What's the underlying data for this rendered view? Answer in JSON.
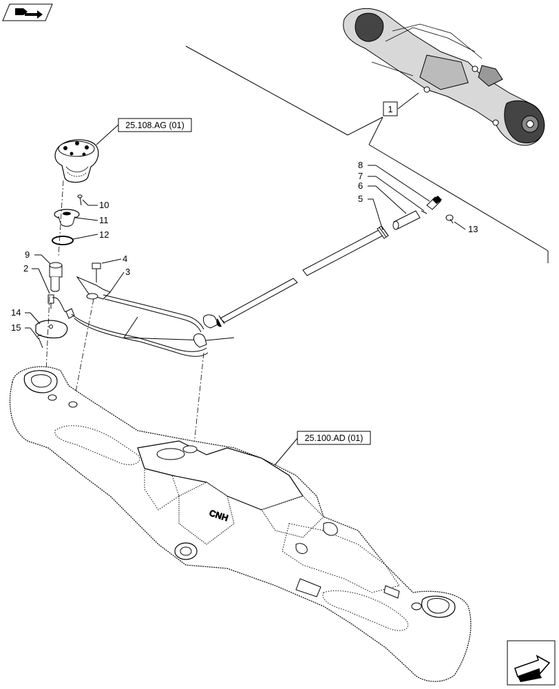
{
  "callouts": {
    "c1": "1",
    "c2": "2",
    "c3": "3",
    "c4": "4",
    "c5": "5",
    "c6": "6",
    "c7": "7",
    "c8": "8",
    "c9": "9",
    "c10": "10",
    "c11": "11",
    "c12": "12",
    "c13": "13",
    "c14": "14",
    "c15": "15"
  },
  "references": {
    "steering_cylinder": "25.108.AG (01)",
    "axle_housing": "25.100.AD (01)"
  },
  "logo": {
    "text": "CNH"
  },
  "icons": {
    "top_left": "view-direction-icon",
    "bottom_right": "next-page-arrow-icon"
  }
}
